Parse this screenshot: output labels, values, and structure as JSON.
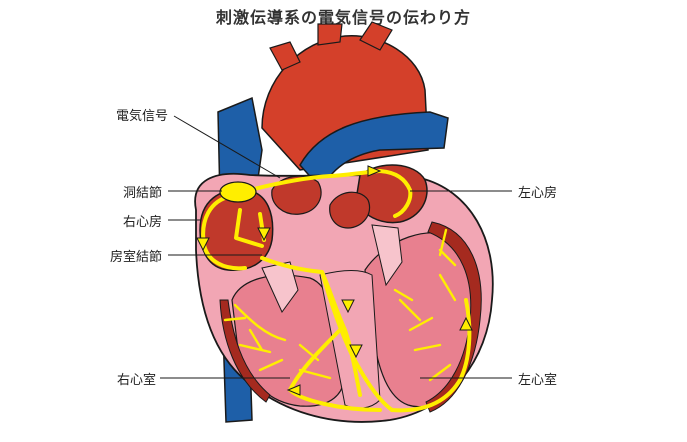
{
  "title": "刺激伝導系の電気信号の伝わり方",
  "labels": {
    "signal": "電気信号",
    "sa_node": "洞結節",
    "right_atrium": "右心房",
    "av_node": "房室結節",
    "right_ventricle": "右心室",
    "left_atrium": "左心房",
    "left_ventricle": "左心室"
  },
  "colors": {
    "muscle_outer": "#f2a6b4",
    "muscle_inner": "#e8808f",
    "chamber": "#c0392b",
    "chamber_dark": "#a52a1f",
    "aorta": "#d4402a",
    "vein_blue": "#1e5fa8",
    "conduction": "#ffee00",
    "outline": "#1a1a1a"
  }
}
